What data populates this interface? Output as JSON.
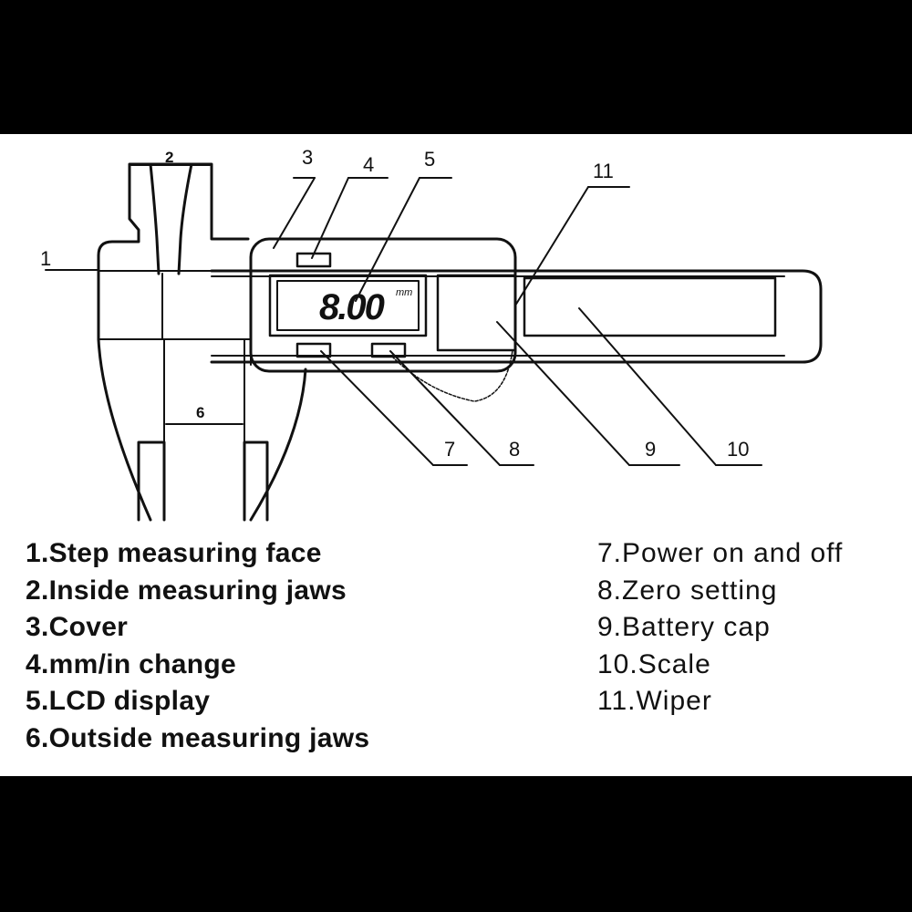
{
  "callouts": {
    "c1": "1",
    "c2": "2",
    "c3": "3",
    "c4": "4",
    "c5": "5",
    "c6": "6",
    "c7": "7",
    "c8": "8",
    "c9": "9",
    "c10": "10",
    "c11": "11"
  },
  "lcd": {
    "reading": "8.00",
    "unit": "mm"
  },
  "legend": {
    "left": [
      "1.Step measuring face",
      "2.Inside measuring jaws",
      "3.Cover",
      "4.mm/in change",
      "5.LCD display",
      "6.Outside measuring jaws"
    ],
    "right": [
      "7.Power on and off",
      "8.Zero setting",
      "9.Battery cap",
      "10.Scale",
      "11.Wiper"
    ]
  }
}
